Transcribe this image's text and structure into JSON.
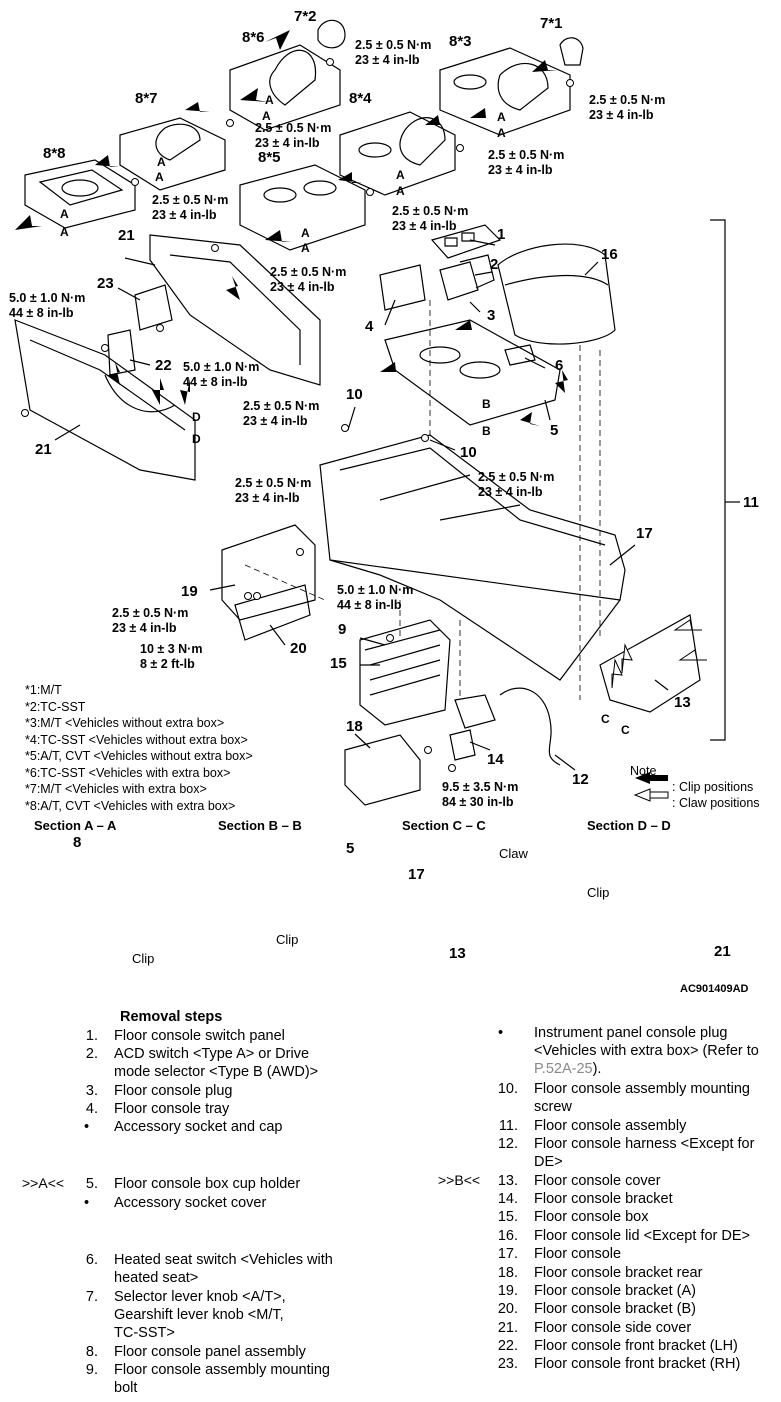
{
  "torques": {
    "t1": [
      "2.5 ± 0.5 N·m",
      "23 ± 4 in-lb"
    ],
    "t2": [
      "2.5 ± 0.5 N·m",
      "23 ± 4 in-lb"
    ],
    "t3": [
      "2.5 ± 0.5 N·m",
      "23 ± 4 in-lb"
    ],
    "t4": [
      "2.5 ± 0.5 N·m",
      "23 ± 4 in-lb"
    ],
    "t5": [
      "2.5 ± 0.5 N·m",
      "23 ± 4 in-lb"
    ],
    "t6": [
      "2.5 ± 0.5 N·m",
      "23 ± 4 in-lb"
    ],
    "t7": [
      "2.5 ± 0.5 N·m",
      "23 ± 4 in-lb"
    ],
    "t8": [
      "5.0 ± 1.0 N·m",
      "44 ± 8 in-lb"
    ],
    "t9": [
      "5.0 ± 1.0 N·m",
      "44 ± 8 in-lb"
    ],
    "t10": [
      "2.5 ± 0.5 N·m",
      "23 ± 4 in-lb"
    ],
    "t11": [
      "2.5 ± 0.5 N·m",
      "23 ± 4 in-lb"
    ],
    "t12": [
      "2.5 ± 0.5 N·m",
      "23 ± 4 in-lb"
    ],
    "t13": [
      "5.0 ± 1.0 N·m",
      "44 ± 8 in-lb"
    ],
    "t14": [
      "2.5 ± 0.5 N·m",
      "23 ± 4 in-lb"
    ],
    "t15": [
      "10 ± 3 N·m",
      "8 ± 2 ft-lb"
    ],
    "t16": [
      "9.5 ± 3.5 N·m",
      "84 ± 30 in-lb"
    ]
  },
  "callouts": {
    "c7s2": "7*2",
    "c7s1": "7*1",
    "c8s6": "8*6",
    "c8s3": "8*3",
    "c8s7": "8*7",
    "c8s4": "8*4",
    "c8s8": "8*8",
    "c8s5": "8*5",
    "c1": "1",
    "c2": "2",
    "c3": "3",
    "c4": "4",
    "c5": "5",
    "c6": "6",
    "c9": "9",
    "c10a": "10",
    "c10b": "10",
    "c11": "11",
    "c12": "12",
    "c13": "13",
    "c14": "14",
    "c15": "15",
    "c16": "16",
    "c17": "17",
    "c18": "18",
    "c19": "19",
    "c20": "20",
    "c21a": "21",
    "c21b": "21",
    "c22": "22",
    "c23": "23",
    "A": "A",
    "B": "B",
    "C": "C",
    "D": "D"
  },
  "notes": [
    "*1:M/T",
    "*2:TC-SST",
    "*3:M/T <Vehicles without extra box>",
    "*4:TC-SST <Vehicles without extra box>",
    "*5:A/T, CVT <Vehicles without extra box>",
    "*6:TC-SST <Vehicles with extra box>",
    "*7:M/T <Vehicles with extra box>",
    "*8:A/T, CVT <Vehicles with extra box>"
  ],
  "legend": {
    "title": "Note",
    "clip": ": Clip positions",
    "claw": ": Claw positions"
  },
  "sections": {
    "aa": {
      "title": "Section A – A",
      "num": "8",
      "label": "Clip"
    },
    "bb": {
      "title": "Section B – B",
      "num": "5",
      "label": "Clip"
    },
    "cc": {
      "title": "Section C – C",
      "num1": "17",
      "num2": "13",
      "label": "Claw"
    },
    "dd": {
      "title": "Section D – D",
      "num": "21",
      "label": "Clip"
    }
  },
  "figure_id": "AC901409AD",
  "removal": {
    "title": "Removal steps",
    "left": [
      {
        "n": "1.",
        "t": "Floor console switch panel"
      },
      {
        "n": "2.",
        "t": "ACD switch <Type A> or Drive",
        "t2": "mode selector <Type B (AWD)>"
      },
      {
        "n": "3.",
        "t": "Floor console plug"
      },
      {
        "n": "4.",
        "t": "Floor console tray"
      },
      {
        "n": "•",
        "t": "Accessory socket and cap"
      },
      {
        "n": "5.",
        "t": "Floor console box cup holder",
        "marker": ">>A<<"
      },
      {
        "n": "•",
        "t": "Accessory socket cover"
      },
      {
        "n": "6.",
        "t": "Heated seat switch <Vehicles with",
        "t2": "heated seat>"
      },
      {
        "n": "7.",
        "t": "Selector lever knob <A/T>,",
        "t2": "Gearshift lever knob <M/T,",
        "t3": "TC-SST>"
      },
      {
        "n": "8.",
        "t": "Floor console panel assembly"
      },
      {
        "n": "9.",
        "t": "Floor console assembly mounting",
        "t2": "bolt"
      }
    ],
    "right": [
      {
        "n": "•",
        "t": "Instrument panel console plug",
        "t2": "<Vehicles with extra box> (Refer to",
        "link": "P.52A-25",
        "t3end": ")."
      },
      {
        "n": "10.",
        "t": "Floor console assembly mounting",
        "t2": "screw"
      },
      {
        "n": "11.",
        "t": "Floor console assembly"
      },
      {
        "n": "12.",
        "t": "Floor console harness <Except for",
        "t2": "DE>"
      },
      {
        "n": "13.",
        "t": "Floor console cover",
        "marker": ">>B<<"
      },
      {
        "n": "14.",
        "t": "Floor console bracket"
      },
      {
        "n": "15.",
        "t": "Floor console box"
      },
      {
        "n": "16.",
        "t": "Floor console lid <Except for DE>"
      },
      {
        "n": "17.",
        "t": "Floor console"
      },
      {
        "n": "18.",
        "t": "Floor console bracket rear"
      },
      {
        "n": "19.",
        "t": "Floor console bracket (A)"
      },
      {
        "n": "20.",
        "t": "Floor console bracket (B)"
      },
      {
        "n": "21.",
        "t": "Floor console side cover"
      },
      {
        "n": "22.",
        "t": "Floor console front bracket (LH)"
      },
      {
        "n": "23.",
        "t": "Floor console front bracket (RH)"
      }
    ]
  }
}
